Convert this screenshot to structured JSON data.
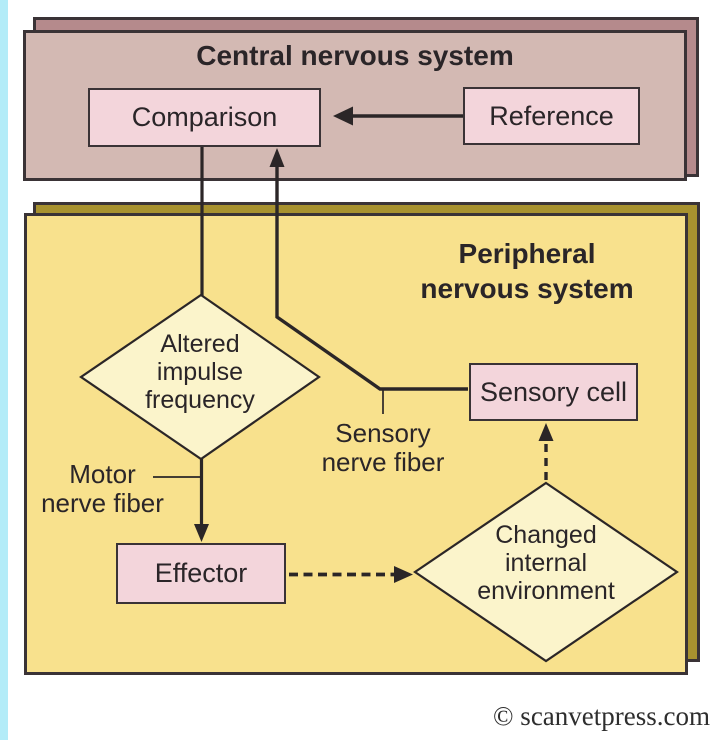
{
  "colors": {
    "accent_strip": "#b3ecf8",
    "cns_panel_back": "#b58a8c",
    "cns_panel_front": "#d3b9b3",
    "pns_panel_back": "#a8922f",
    "pns_panel_front": "#f8e18d",
    "node_fill": "#f3d5db",
    "diamond_fill": "#fbf4cb",
    "line": "#2b2627",
    "border": "#3a3336",
    "text": "#2a2528",
    "page_bg": "#ffffff"
  },
  "central_panel": {
    "title": "Central nervous system",
    "comparison_label": "Comparison",
    "reference_label": "Reference"
  },
  "peripheral_panel": {
    "title_line1": "Peripheral",
    "title_line2": "nervous system",
    "sensory_cell_label": "Sensory cell",
    "effector_label": "Effector",
    "altered_diamond": {
      "line1": "Altered",
      "line2": "impulse",
      "line3": "frequency"
    },
    "changed_diamond": {
      "line1": "Changed",
      "line2": "internal",
      "line3": "environment"
    },
    "motor_fiber_label": {
      "line1": "Motor",
      "line2": "nerve fiber"
    },
    "sensory_fiber_label": {
      "line1": "Sensory",
      "line2": "nerve fiber"
    }
  },
  "footer": {
    "copyright": "© scanvetpress.com"
  }
}
